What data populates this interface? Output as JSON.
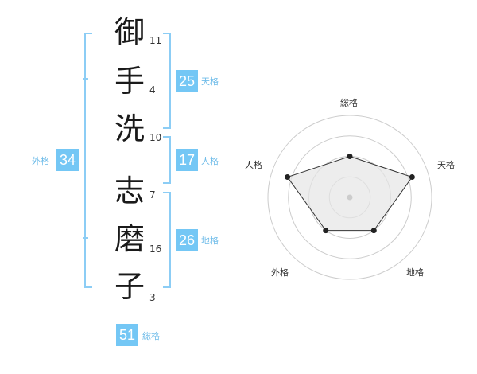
{
  "name_chars": [
    {
      "char": "御",
      "strokes": "11"
    },
    {
      "char": "手",
      "strokes": "4"
    },
    {
      "char": "洗",
      "strokes": "10"
    },
    {
      "char": "志",
      "strokes": "7"
    },
    {
      "char": "磨",
      "strokes": "16"
    },
    {
      "char": "子",
      "strokes": "3"
    }
  ],
  "kaku": {
    "tenkaku": {
      "value": "25",
      "label": "天格"
    },
    "jinkaku": {
      "value": "17",
      "label": "人格"
    },
    "chikaku": {
      "value": "26",
      "label": "地格"
    },
    "gaikaku": {
      "value": "34",
      "label": "外格"
    },
    "soukaku": {
      "value": "51",
      "label": "総格"
    }
  },
  "colors": {
    "accent": "#74c7f5",
    "bracket": "#8ccdf5",
    "label": "#6fbce9"
  },
  "chart_data": {
    "type": "radar",
    "axes": [
      "総格",
      "天格",
      "地格",
      "外格",
      "人格"
    ],
    "values": [
      2.5,
      4,
      2.5,
      2.5,
      4
    ],
    "range": [
      0,
      5
    ],
    "rings": 4
  }
}
